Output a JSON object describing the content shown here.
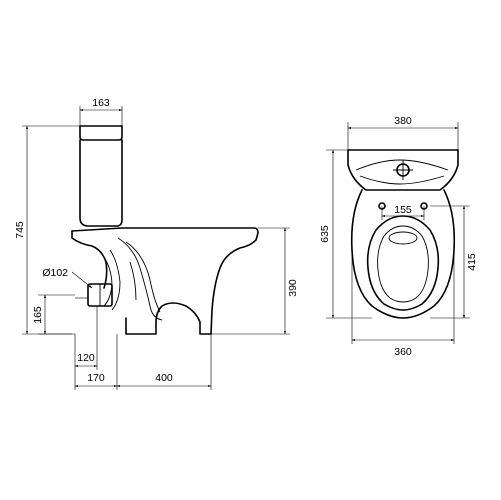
{
  "side_view": {
    "dimensions": {
      "tank_depth": "163",
      "total_height": "745",
      "outlet_diameter": "Ø102",
      "outlet_height": "165",
      "outlet_offset": "120",
      "rear_offset": "170",
      "bowl_length": "400",
      "rim_height": "390"
    }
  },
  "top_view": {
    "dimensions": {
      "overall_width": "380",
      "total_depth": "635",
      "mount_spacing": "155",
      "seat_depth": "415",
      "bowl_width": "360"
    }
  }
}
